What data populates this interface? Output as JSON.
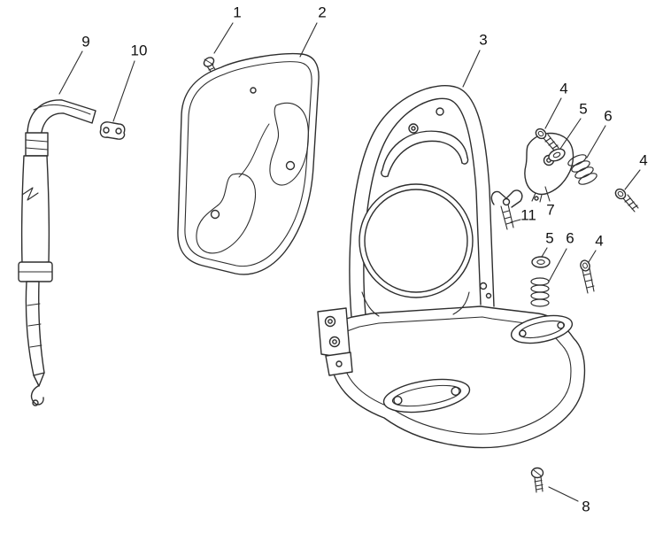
{
  "colors": {
    "line": "#2e2e2e",
    "label": "#111111",
    "background": "#ffffff"
  },
  "callouts": [
    {
      "label": "1"
    },
    {
      "label": "2"
    },
    {
      "label": "3"
    },
    {
      "label": "4"
    },
    {
      "label": "5"
    },
    {
      "label": "6"
    },
    {
      "label": "4"
    },
    {
      "label": "7"
    },
    {
      "label": "11"
    },
    {
      "label": "5"
    },
    {
      "label": "6"
    },
    {
      "label": "4"
    },
    {
      "label": "8"
    },
    {
      "label": "9"
    },
    {
      "label": "10"
    }
  ]
}
